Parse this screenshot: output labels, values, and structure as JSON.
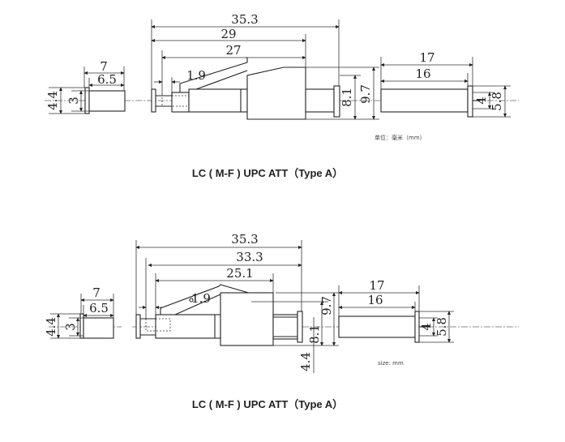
{
  "drawings": [
    {
      "title": "LC ( M-F ) UPC ATT（Type A）",
      "unit_note": "单位：毫米（mm）",
      "dims": {
        "total": "35.3",
        "second": "29",
        "third": "27",
        "latch": "1.9",
        "inner_d": "8.1",
        "outer_d": "9.7",
        "cap_len": "7",
        "cap_body": "6.5",
        "cap_flange": "4.4",
        "cap_d": "3",
        "rear_len": "17",
        "rear_body": "16",
        "rear_d": "4",
        "rear_flange": "5.8"
      }
    },
    {
      "title": "LC ( M-F ) UPC ATT（Type A）",
      "unit_note": "size: mm",
      "dims": {
        "total": "35.3",
        "second": "33.3",
        "third": "25.1",
        "latch": "1.9",
        "inner_d": "8.1",
        "outer_d": "9.7",
        "offset": "4.4",
        "cap_len": "7",
        "cap_body": "6.5",
        "cap_flange": "4.4",
        "cap_d": "3",
        "rear_len": "17",
        "rear_body": "16",
        "rear_d": "4",
        "rear_flange": "5.8"
      }
    }
  ]
}
